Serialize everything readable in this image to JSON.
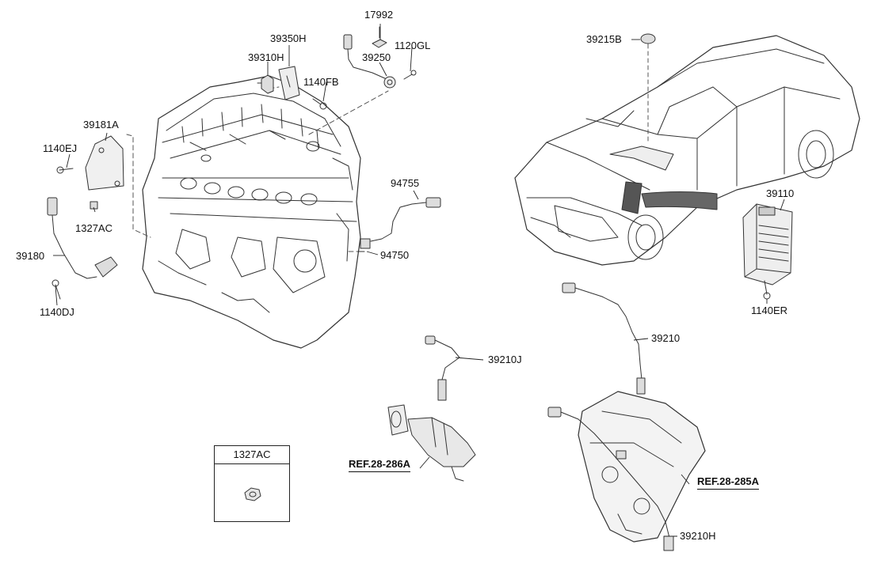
{
  "parts": {
    "p17992": "17992",
    "p39350H": "39350H",
    "p39310H": "39310H",
    "p39250": "39250",
    "p1120GL": "1120GL",
    "p1140FB": "1140FB",
    "p39181A": "39181A",
    "p1140EJ": "1140EJ",
    "p1327AC": "1327AC",
    "p39180": "39180",
    "p1140DJ": "1140DJ",
    "p94755": "94755",
    "p94750": "94750",
    "p39215B": "39215B",
    "p39110": "39110",
    "p1140ER": "1140ER",
    "p39210": "39210",
    "p39210J": "39210J",
    "p39210H": "39210H"
  },
  "refs": {
    "ref_286A": "REF.28-286A",
    "ref_285A": "REF.28-285A"
  },
  "legend": {
    "title": "1327AC"
  }
}
